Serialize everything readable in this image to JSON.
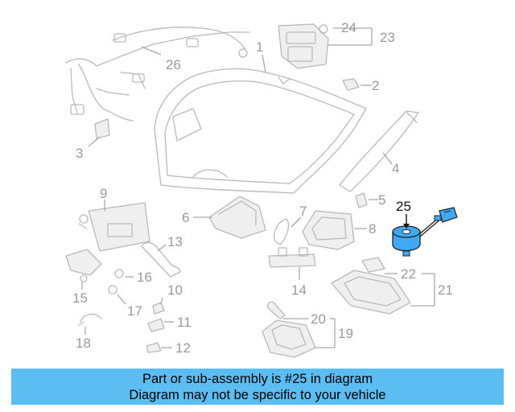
{
  "diagram": {
    "highlight_color": "#3fa9f5",
    "muted_color": "#9a9a9a",
    "callouts": [
      {
        "id": "1",
        "text": "1"
      },
      {
        "id": "2",
        "text": "2"
      },
      {
        "id": "3",
        "text": "3"
      },
      {
        "id": "4",
        "text": "4"
      },
      {
        "id": "5",
        "text": "5"
      },
      {
        "id": "6",
        "text": "6"
      },
      {
        "id": "7",
        "text": "7"
      },
      {
        "id": "8",
        "text": "8"
      },
      {
        "id": "9",
        "text": "9"
      },
      {
        "id": "10",
        "text": "10"
      },
      {
        "id": "11",
        "text": "11"
      },
      {
        "id": "12",
        "text": "12"
      },
      {
        "id": "13",
        "text": "13"
      },
      {
        "id": "14",
        "text": "14"
      },
      {
        "id": "15",
        "text": "15"
      },
      {
        "id": "16",
        "text": "16"
      },
      {
        "id": "17",
        "text": "17"
      },
      {
        "id": "18",
        "text": "18"
      },
      {
        "id": "19",
        "text": "19"
      },
      {
        "id": "20",
        "text": "20"
      },
      {
        "id": "21",
        "text": "21"
      },
      {
        "id": "22",
        "text": "22"
      },
      {
        "id": "23",
        "text": "23"
      },
      {
        "id": "24",
        "text": "24"
      },
      {
        "id": "25",
        "text": "25",
        "highlighted": true
      },
      {
        "id": "26",
        "text": "26"
      }
    ]
  },
  "banner": {
    "background": "#5bbdf1",
    "line1": "Part or sub-assembly is #25 in diagram",
    "line2": "Diagram may not be specific to your vehicle"
  }
}
